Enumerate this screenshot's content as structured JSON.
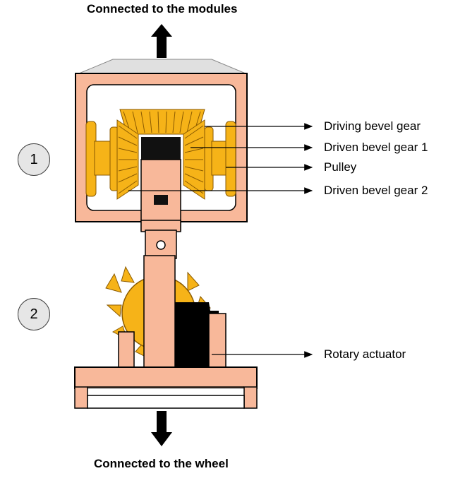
{
  "top_caption": "Connected to the modules",
  "bottom_caption": "Connected to the wheel",
  "section_badges": [
    "1",
    "2"
  ],
  "part_labels": [
    "Driving bevel gear",
    "Driven bevel gear 1",
    "Pulley",
    "Driven bevel gear 2",
    "Rotary actuator"
  ],
  "colors": {
    "frame": "#f8b89a",
    "gold": "#f6b318",
    "gold_dark": "#8a5a00",
    "black": "#000000",
    "cap": "#d9d9d9"
  }
}
